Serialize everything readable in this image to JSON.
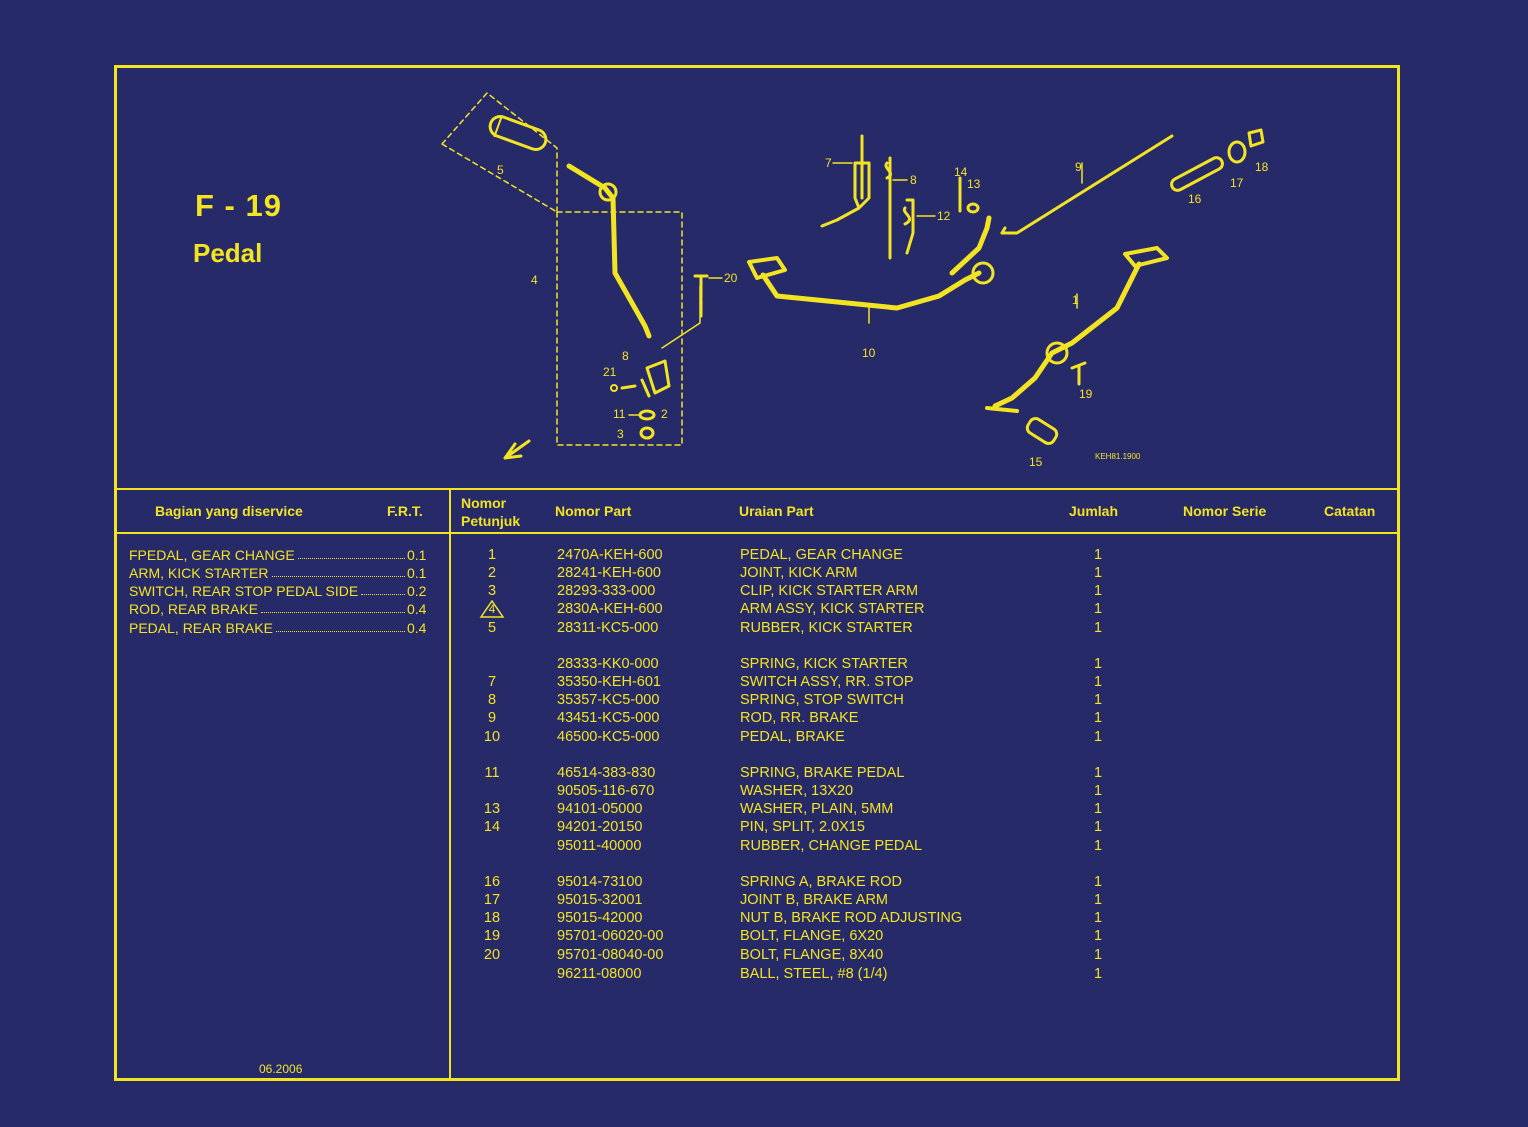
{
  "figure": {
    "code": "F - 19",
    "title": "Pedal",
    "drawing_code": "KEH81.1900"
  },
  "headers": {
    "service": "Bagian yang diservice",
    "frt": "F.R.T.",
    "ref_line1": "Nomor",
    "ref_line2": "Petunjuk",
    "part_no": "Nomor Part",
    "description": "Uraian Part",
    "qty": "Jumlah",
    "serial": "Nomor Serie",
    "notes": "Catatan"
  },
  "service_items": [
    {
      "name": "FPEDAL, GEAR CHANGE",
      "frt": "0.1"
    },
    {
      "name": "ARM, KICK STARTER",
      "frt": "0.1"
    },
    {
      "name": "SWITCH, REAR STOP PEDAL SIDE",
      "frt": "0.2"
    },
    {
      "name": "ROD, REAR BRAKE",
      "frt": "0.4"
    },
    {
      "name": "PEDAL, REAR BRAKE",
      "frt": "0.4"
    }
  ],
  "parts": [
    {
      "ref": "1",
      "part": "2470A-KEH-600",
      "desc": "PEDAL, GEAR CHANGE",
      "qty": "1"
    },
    {
      "ref": "2",
      "part": "28241-KEH-600",
      "desc": "JOINT, KICK ARM",
      "qty": "1"
    },
    {
      "ref": "3",
      "part": "28293-333-000",
      "desc": "CLIP, KICK STARTER ARM",
      "qty": "1"
    },
    {
      "ref": "4",
      "part": "2830A-KEH-600",
      "desc": "ARM ASSY, KICK STARTER",
      "qty": "1",
      "warning": true
    },
    {
      "ref": "5",
      "part": "28311-KC5-000",
      "desc": "RUBBER, KICK STARTER",
      "qty": "1"
    },
    {
      "ref": "",
      "part": "28333-KK0-000",
      "desc": "SPRING, KICK STARTER",
      "qty": "1"
    },
    {
      "ref": "7",
      "part": "35350-KEH-601",
      "desc": "SWITCH ASSY, RR. STOP",
      "qty": "1"
    },
    {
      "ref": "8",
      "part": "35357-KC5-000",
      "desc": "SPRING, STOP SWITCH",
      "qty": "1"
    },
    {
      "ref": "9",
      "part": "43451-KC5-000",
      "desc": "ROD, RR. BRAKE",
      "qty": "1"
    },
    {
      "ref": "10",
      "part": "46500-KC5-000",
      "desc": "PEDAL, BRAKE",
      "qty": "1"
    },
    {
      "ref": "11",
      "part": "46514-383-830",
      "desc": "SPRING, BRAKE PEDAL",
      "qty": "1"
    },
    {
      "ref": "",
      "part": "90505-116-670",
      "desc": "WASHER, 13X20",
      "qty": "1"
    },
    {
      "ref": "13",
      "part": "94101-05000",
      "desc": "WASHER, PLAIN, 5MM",
      "qty": "1"
    },
    {
      "ref": "14",
      "part": "94201-20150",
      "desc": "PIN, SPLIT, 2.0X15",
      "qty": "1"
    },
    {
      "ref": "",
      "part": "95011-40000",
      "desc": "RUBBER, CHANGE PEDAL",
      "qty": "1"
    },
    {
      "ref": "16",
      "part": "95014-73100",
      "desc": "SPRING A, BRAKE ROD",
      "qty": "1"
    },
    {
      "ref": "17",
      "part": "95015-32001",
      "desc": "JOINT B, BRAKE ARM",
      "qty": "1"
    },
    {
      "ref": "18",
      "part": "95015-42000",
      "desc": "NUT B, BRAKE ROD ADJUSTING",
      "qty": "1"
    },
    {
      "ref": "19",
      "part": "95701-06020-00",
      "desc": "BOLT, FLANGE, 6X20",
      "qty": "1"
    },
    {
      "ref": "20",
      "part": "95701-08040-00",
      "desc": "BOLT, FLANGE, 8X40",
      "qty": "1"
    },
    {
      "ref": "",
      "part": "96211-08000",
      "desc": "BALL, STEEL, #8 (1/4)",
      "qty": "1"
    }
  ],
  "callouts": [
    "1",
    "2",
    "3",
    "4",
    "5",
    "7",
    "8",
    "8",
    "9",
    "10",
    "11",
    "12",
    "13",
    "14",
    "15",
    "16",
    "17",
    "18",
    "19",
    "20",
    "21"
  ],
  "footer": {
    "date": "06.2006"
  },
  "colors": {
    "background": "#272a68",
    "ink": "#f3e422"
  }
}
